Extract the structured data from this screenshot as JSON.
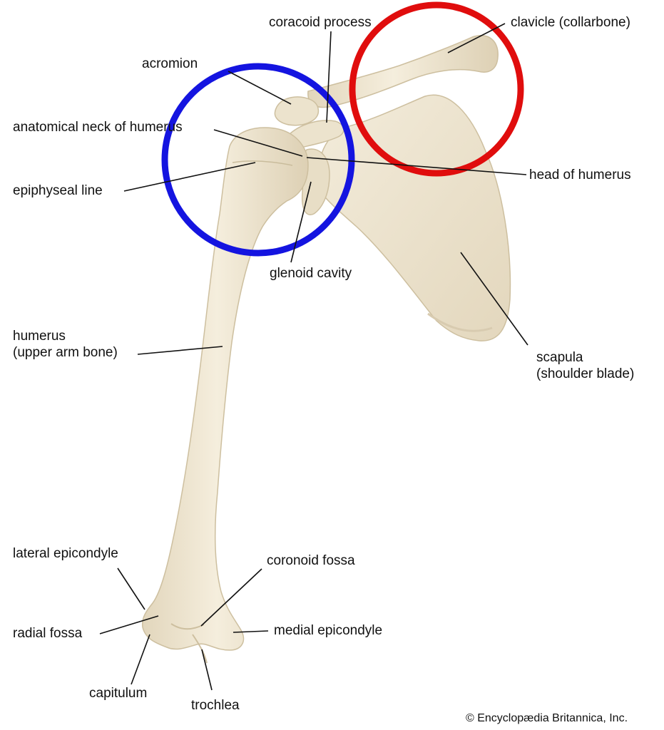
{
  "labels": {
    "coracoid_process": "coracoid process",
    "clavicle": "clavicle (collarbone)",
    "acromion": "acromion",
    "anatomical_neck": "anatomical neck of humerus",
    "head_of_humerus": "head of humerus",
    "epiphyseal_line": "epiphyseal line",
    "glenoid_cavity": "glenoid cavity",
    "humerus_line1": "humerus",
    "humerus_line2": "(upper arm bone)",
    "scapula_line1": "scapula",
    "scapula_line2": "(shoulder blade)",
    "lateral_epicondyle": "lateral epicondyle",
    "coronoid_fossa": "coronoid fossa",
    "radial_fossa": "radial fossa",
    "medial_epicondyle": "medial epicondyle",
    "capitulum": "capitulum",
    "trochlea": "trochlea"
  },
  "credit": "© Encyclopædia Britannica, Inc.",
  "highlight_circles": [
    {
      "name": "clavicle-highlight",
      "color": "#e00d0d"
    },
    {
      "name": "shoulder-joint-highlight",
      "color": "#1414e0"
    }
  ],
  "colors": {
    "bone": "#efe6d2",
    "bone_shadow": "#d8ccb2",
    "leader": "#111111"
  }
}
